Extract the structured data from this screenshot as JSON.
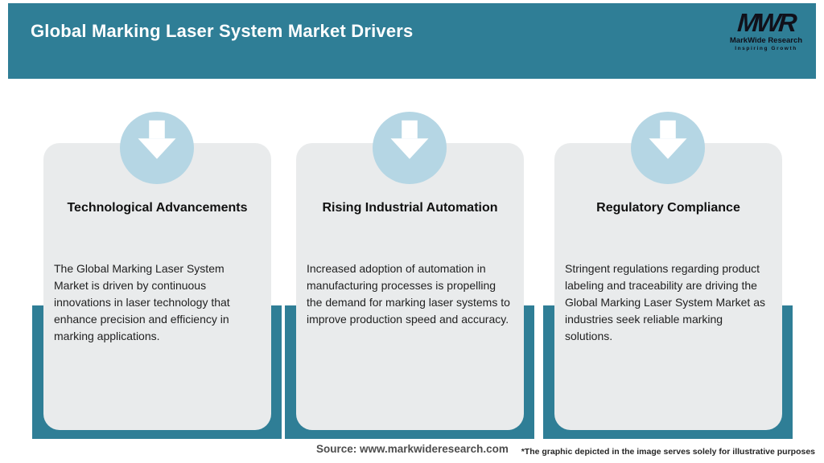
{
  "header": {
    "title": "Global Marking Laser System Market Drivers",
    "logo": {
      "acronym": "MWR",
      "name": "MarkWide Research",
      "tagline": "Inspiring Growth"
    }
  },
  "cards": [
    {
      "icon": "arrow-down",
      "title": "Technological Advancements",
      "body": "The Global Marking Laser System Market is driven by continuous innovations in laser technology that enhance precision and efficiency in marking applications."
    },
    {
      "icon": "arrow-down",
      "title": "Rising Industrial Automation",
      "body": "Increased adoption of automation in manufacturing processes is propelling the demand for marking laser systems to improve production speed and accuracy."
    },
    {
      "icon": "arrow-down",
      "title": "Regulatory Compliance",
      "body": "Stringent regulations regarding product labeling and traceability are driving the Global Marking Laser System Market as industries seek reliable marking solutions."
    }
  ],
  "footer": {
    "source": "Source: www.markwideresearch.com",
    "disclaimer": "*The graphic depicted in the image serves solely for illustrative purposes"
  },
  "colors": {
    "teal": "#2F7E96",
    "circle-blue": "#B5D6E4",
    "card-gray": "#E9EBEC",
    "title-white": "#FFFFFF",
    "text-dark": "#1F1F1F",
    "source-gray": "#4D4D4D",
    "logo-black": "#10101A"
  }
}
